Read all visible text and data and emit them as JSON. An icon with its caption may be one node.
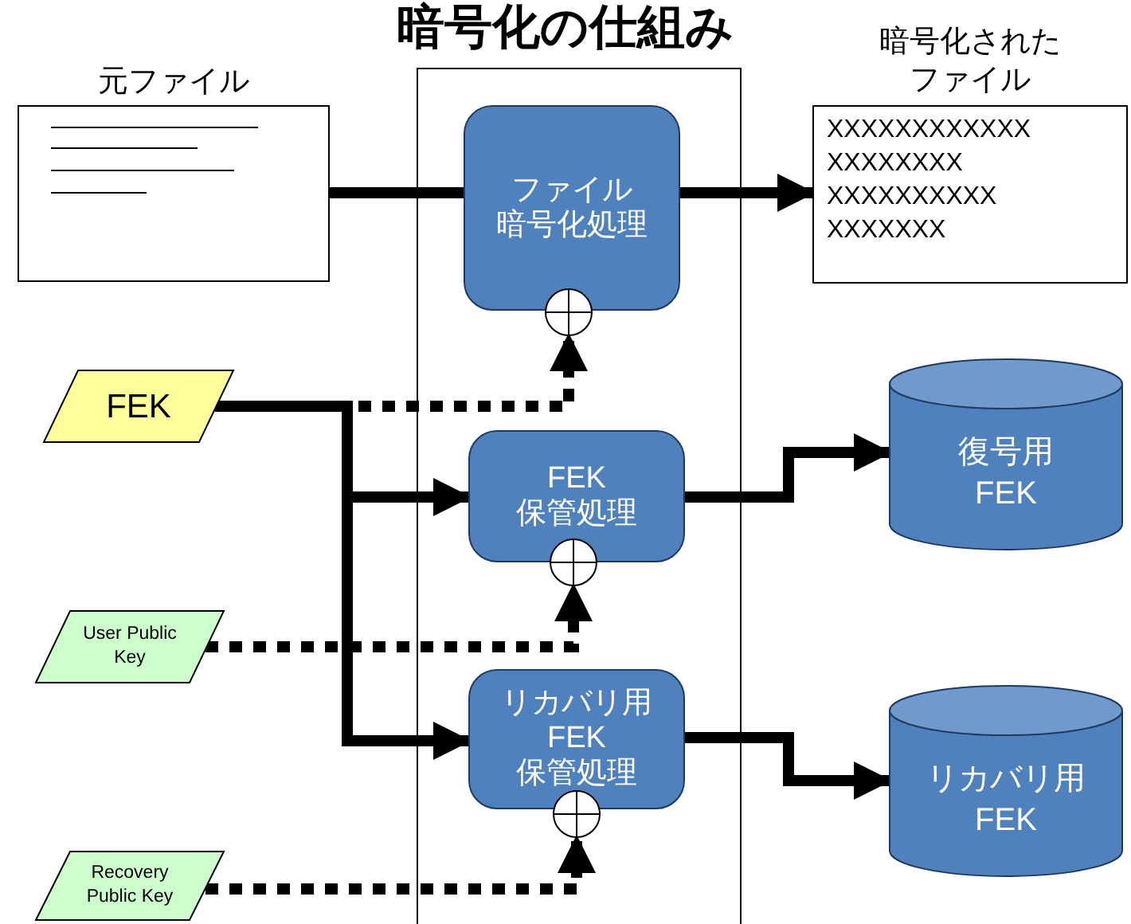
{
  "diagram": {
    "title": "暗号化の仕組み",
    "nodes": [
      {
        "text": [
          "元ファイル"
        ]
      },
      {
        "text": [
          "ファイル暗号化処理"
        ]
      },
      {
        "text": [],
        "shape": "circle"
      },
      {
        "text": [
          "暗号化されたファイル",
          "XXXXXXXXXXXX XXXXXXXX XXXXXXXXXX XXXXXXX"
        ]
      },
      {
        "text": [
          "FEK"
        ]
      },
      {
        "text": [
          "FEK保管処理"
        ]
      },
      {
        "text": [],
        "shape": "circle"
      },
      {
        "text": [
          "復号用FEK"
        ]
      },
      {
        "text": [
          "User Public Key"
        ]
      },
      {
        "text": [
          "リカバリ用FEK保管処理"
        ]
      },
      {
        "text": [],
        "shape": "circle"
      },
      {
        "text": [
          "リカバリ用FEK"
        ]
      },
      {
        "text": [
          "Recovery Public Key"
        ]
      }
    ],
    "edges": [
      {
        "from": 0,
        "to": 1,
        "arrow": "none"
      },
      {
        "from": 1,
        "to": 3,
        "arrow": "to"
      },
      {
        "from": 4,
        "to": 2,
        "arrow": "to",
        "style": "dashed"
      },
      {
        "from": 4,
        "to": 5,
        "arrow": "to"
      },
      {
        "from": 4,
        "to": 9,
        "arrow": "to"
      },
      {
        "from": 5,
        "to": 7,
        "arrow": "to"
      },
      {
        "from": 8,
        "to": 6,
        "arrow": "to",
        "style": "dashed"
      },
      {
        "from": 9,
        "to": 11,
        "arrow": "to"
      },
      {
        "from": 12,
        "to": 10,
        "arrow": "to",
        "style": "dashed"
      }
    ]
  }
}
